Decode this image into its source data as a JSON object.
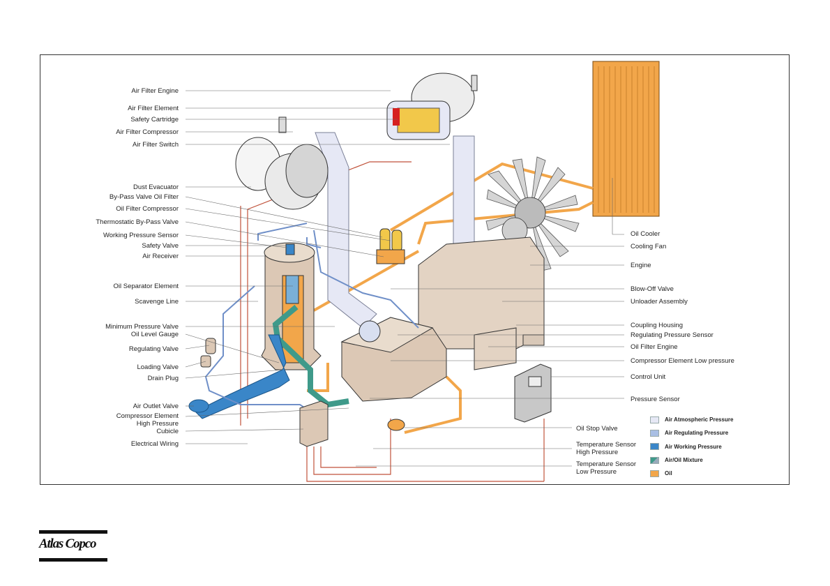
{
  "labels_left": [
    {
      "id": "air-filter-engine",
      "text": "Air Filter Engine"
    },
    {
      "id": "air-filter-element",
      "text": "Air Filter Element"
    },
    {
      "id": "safety-cartridge",
      "text": "Safety Cartridge"
    },
    {
      "id": "air-filter-compressor",
      "text": "Air Filter Compressor"
    },
    {
      "id": "air-filter-switch",
      "text": "Air Filter Switch"
    },
    {
      "id": "dust-evacuator",
      "text": "Dust Evacuator"
    },
    {
      "id": "by-pass-valve-oil-filter",
      "text": "By-Pass Valve Oil Filter"
    },
    {
      "id": "oil-filter-compressor",
      "text": "Oil Filter Compressor"
    },
    {
      "id": "thermostatic-by-pass-valve",
      "text": "Thermostatic By-Pass Valve"
    },
    {
      "id": "working-pressure-sensor",
      "text": "Working Pressure Sensor"
    },
    {
      "id": "safety-valve",
      "text": "Safety Valve"
    },
    {
      "id": "air-receiver",
      "text": "Air Receiver"
    },
    {
      "id": "oil-separator-element",
      "text": "Oil Separator Element"
    },
    {
      "id": "scavenge-line",
      "text": "Scavenge Line"
    },
    {
      "id": "minimum-pressure-valve",
      "text": "Minimum Pressure Valve"
    },
    {
      "id": "oil-level-gauge",
      "text": "Oil Level Gauge"
    },
    {
      "id": "regulating-valve",
      "text": "Regulating Valve"
    },
    {
      "id": "loading-valve",
      "text": "Loading Valve"
    },
    {
      "id": "drain-plug",
      "text": "Drain Plug"
    },
    {
      "id": "air-outlet-valve",
      "text": "Air Outlet Valve"
    },
    {
      "id": "compressor-element-high-pressure",
      "text": "Compressor Element High Pressure"
    },
    {
      "id": "cubicle",
      "text": "Cubicle"
    },
    {
      "id": "electrical-wiring",
      "text": "Electrical Wiring"
    }
  ],
  "labels_right": [
    {
      "id": "oil-cooler",
      "text": "Oil Cooler"
    },
    {
      "id": "cooling-fan",
      "text": "Cooling Fan"
    },
    {
      "id": "engine",
      "text": "Engine"
    },
    {
      "id": "blow-off-valve",
      "text": "Blow-Off Valve"
    },
    {
      "id": "unloader-assembly",
      "text": "Unloader Assembly"
    },
    {
      "id": "coupling-housing",
      "text": "Coupling Housing"
    },
    {
      "id": "regulating-pressure-sensor",
      "text": "Regulating Pressure Sensor"
    },
    {
      "id": "oil-filter-engine",
      "text": "Oil Filter Engine"
    },
    {
      "id": "compressor-element-low-pressure",
      "text": "Compressor Element Low pressure"
    },
    {
      "id": "control-unit",
      "text": "Control Unit"
    },
    {
      "id": "pressure-sensor",
      "text": "Pressure Sensor"
    },
    {
      "id": "oil-stop-valve",
      "text": "Oil Stop Valve"
    },
    {
      "id": "temperature-sensor-high-pressure",
      "text": "Temperature Sensor High Pressure"
    },
    {
      "id": "temperature-sensor-low-pressure",
      "text": "Temperature Sensor Low Pressure"
    }
  ],
  "legend": [
    {
      "id": "air-atmospheric-pressure",
      "text": "Air Atmospheric Pressure",
      "color": "#e6e8f5"
    },
    {
      "id": "air-regulating-pressure",
      "text": "Air Regulating Pressure",
      "color": "#a9bfe4"
    },
    {
      "id": "air-working-pressure",
      "text": "Air Working Pressure",
      "color": "#3a86c8"
    },
    {
      "id": "air-oil-mixture",
      "text": "Air/Oil Mixture",
      "color": "#3f9a8a"
    },
    {
      "id": "oil",
      "text": "Oil",
      "color": "#f2a64a"
    }
  ],
  "logo": {
    "text": "Atlas Copco"
  }
}
